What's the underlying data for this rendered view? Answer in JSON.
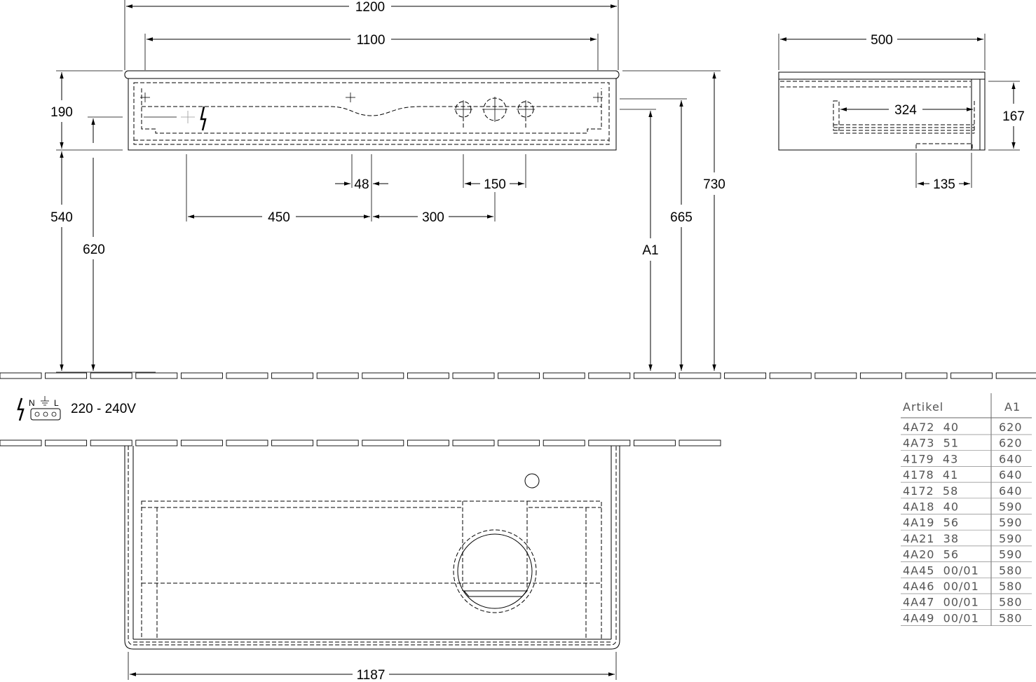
{
  "front_view": {
    "total_width": "1200",
    "basin_width": "1100",
    "top_height": "190",
    "lower_height": "540",
    "pipe_height": "620",
    "offset_48": "48",
    "spacing_150": "150",
    "offset_450": "450",
    "offset_300": "300",
    "a1_label": "A1",
    "height_665": "665",
    "height_730": "730"
  },
  "side_view": {
    "depth": "500",
    "inner": "324",
    "height": "167",
    "offset": "135"
  },
  "electrical": {
    "n_label": "N",
    "l_label": "L",
    "voltage": "220 - 240V"
  },
  "top_view": {
    "width": "1187"
  },
  "table": {
    "headers": [
      "Artikel",
      "A1"
    ],
    "rows": [
      [
        "4A72  40",
        "620"
      ],
      [
        "4A73  51",
        "620"
      ],
      [
        "4179  43",
        "640"
      ],
      [
        "4178  41",
        "640"
      ],
      [
        "4172  58",
        "640"
      ],
      [
        "4A18  40",
        "590"
      ],
      [
        "4A19  56",
        "590"
      ],
      [
        "4A21  38",
        "590"
      ],
      [
        "4A20  56",
        "590"
      ],
      [
        "4A45  00/01",
        "580"
      ],
      [
        "4A46  00/01",
        "580"
      ],
      [
        "4A47  00/01",
        "580"
      ],
      [
        "4A49  00/01",
        "580"
      ]
    ]
  }
}
